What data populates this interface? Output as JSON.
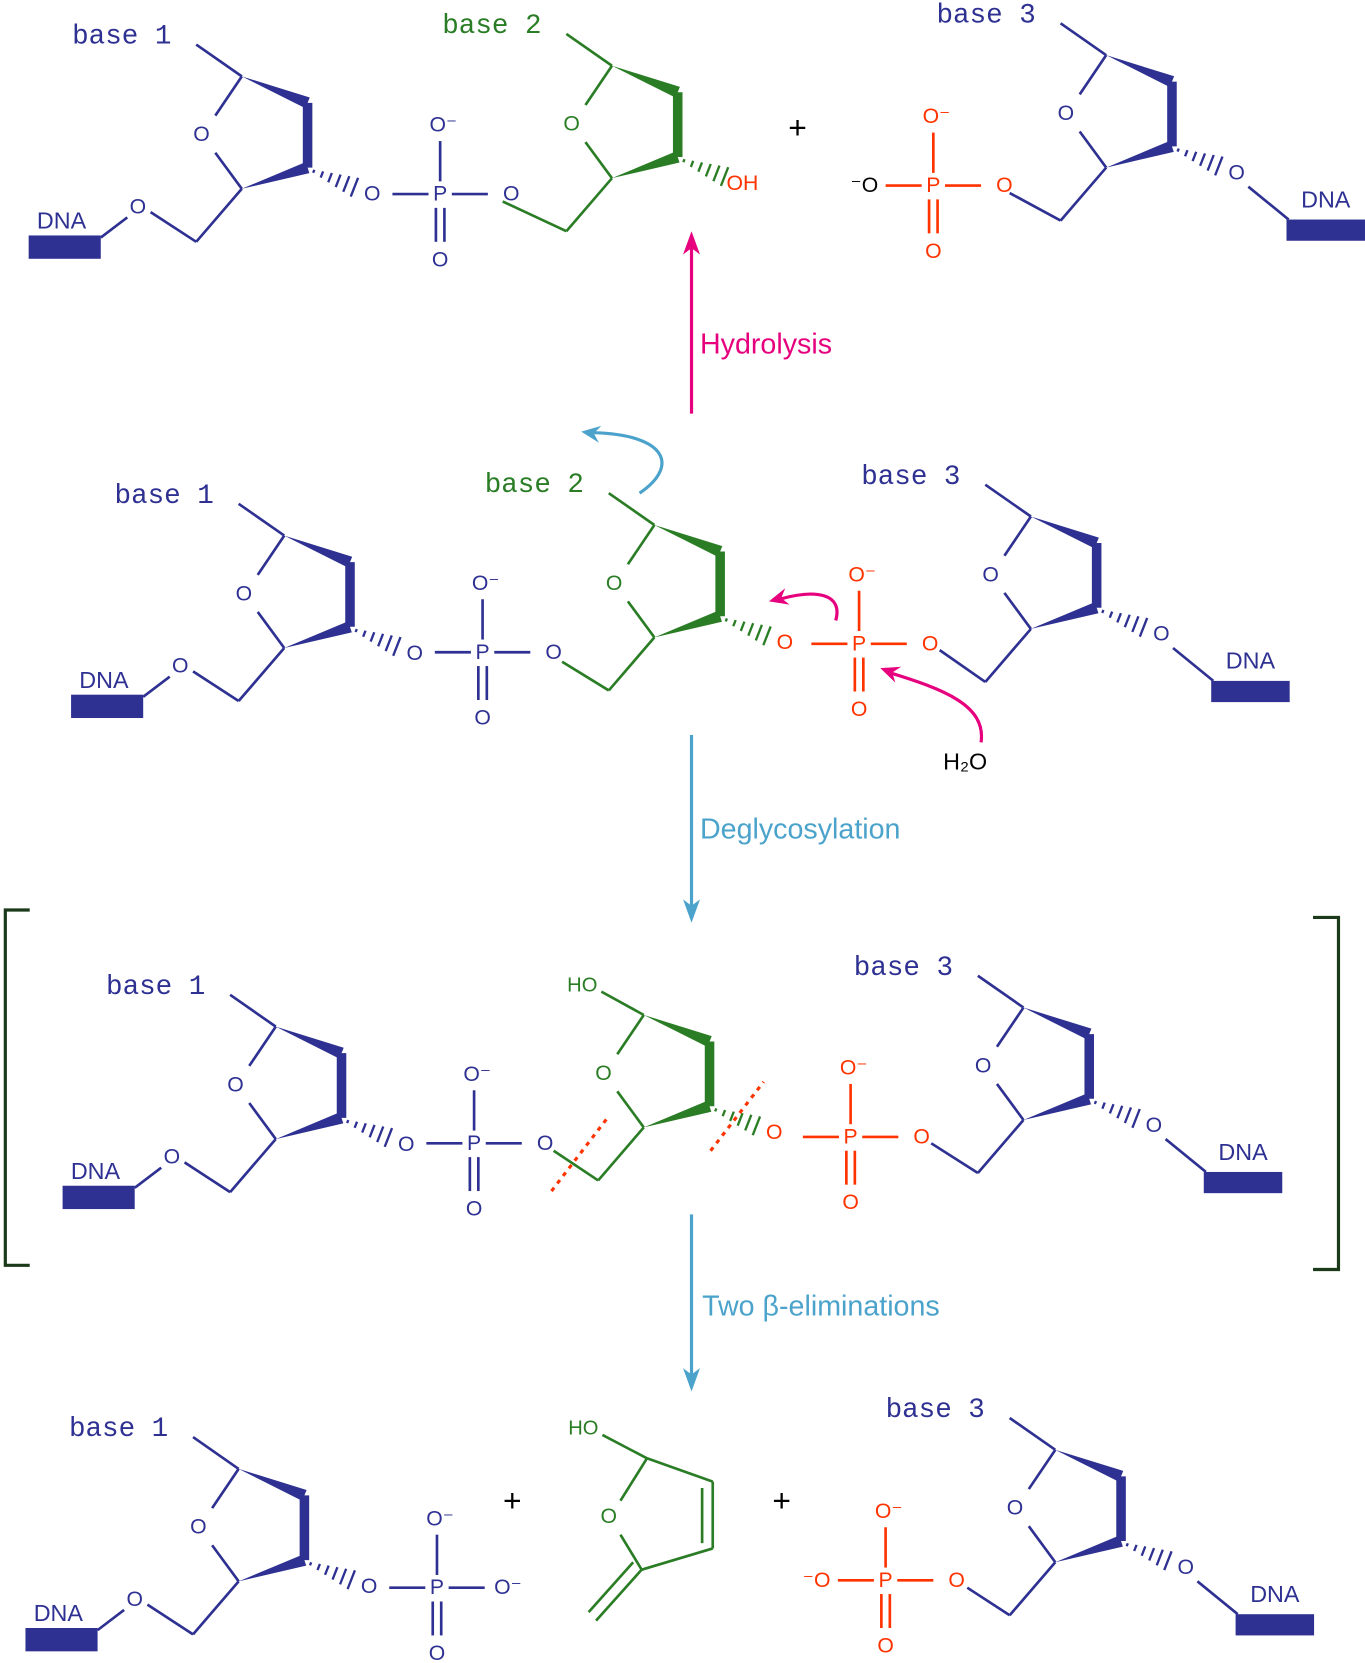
{
  "colors": {
    "blue": "#2e3192",
    "green": "#2a7d25",
    "red": "#ff3300",
    "pink": "#e6007e",
    "lightblue": "#4ba3cc",
    "black": "#000000",
    "bracket": "#1a3a1a"
  },
  "labels": {
    "base1": "base 1",
    "base2": "base 2",
    "base3": "base 3",
    "dna": "DNA",
    "o": "O",
    "p": "P",
    "o_minus": "O⁻",
    "minus_o": "⁻O",
    "oh": "OH",
    "ho": "HO",
    "h2o": "H₂O",
    "plus": "+"
  },
  "steps": {
    "hydrolysis": "Hydrolysis",
    "deglycosylation": "Deglycosylation",
    "beta_elimination": "Two β-eliminations"
  }
}
